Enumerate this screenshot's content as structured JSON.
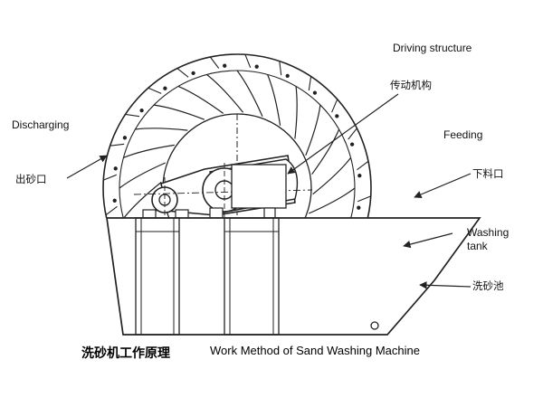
{
  "diagram": {
    "labels": {
      "driving_structure_en": "Driving structure",
      "driving_structure_cn": "传动机构",
      "discharging_en": "Discharging",
      "discharging_cn": "出砂口",
      "feeding_en": "Feeding",
      "feeding_cn": "下料口",
      "washing_tank_en_1": "Washing",
      "washing_tank_en_2": "tank",
      "washing_tank_cn": "洗砂池"
    },
    "caption": {
      "cn": "洗砂机工作原理",
      "en": "Work Method of Sand Washing Machine"
    },
    "colors": {
      "line": "#222222",
      "background": "#ffffff"
    }
  }
}
